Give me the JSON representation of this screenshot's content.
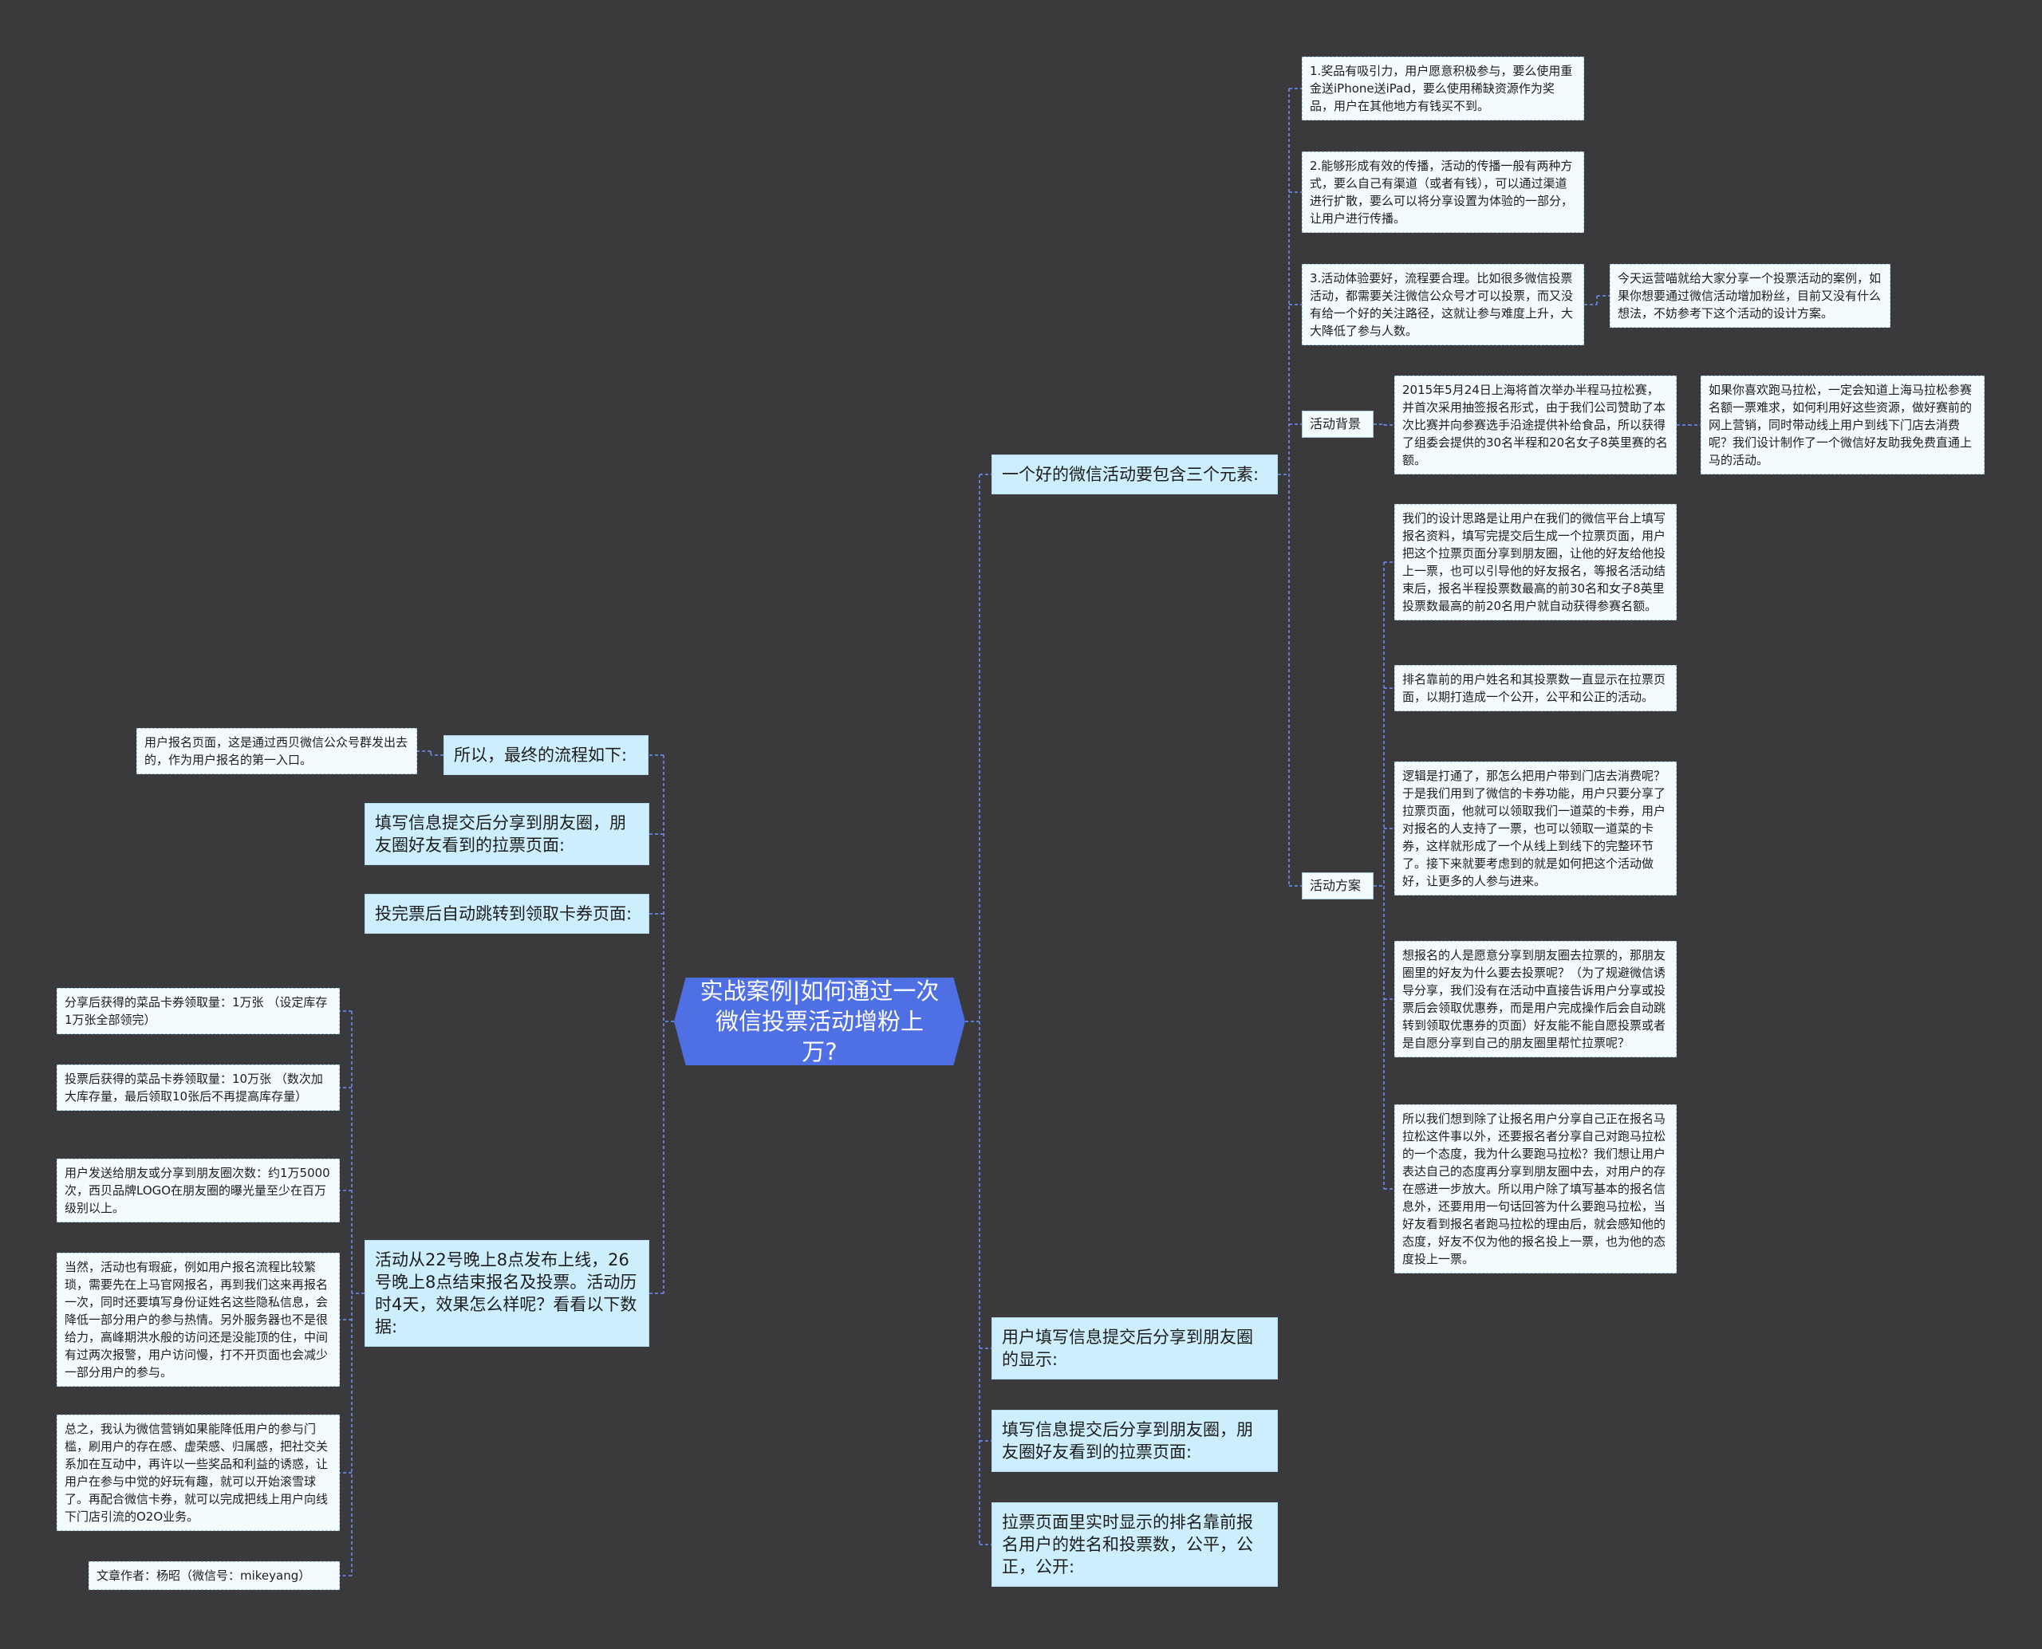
{
  "root": "实战案例|如何通过一次微信投票活动增粉上万?",
  "right": {
    "elements": {
      "label": "一个好的微信活动要包含三个元素:",
      "items": [
        "1.奖品有吸引力，用户愿意积极参与，要么使用重金送iPhone送iPad，要么使用稀缺资源作为奖品，用户在其他地方有钱买不到。",
        "2.能够形成有效的传播，活动的传播一般有两种方式，要么自己有渠道（或者有钱），可以通过渠道进行扩散，要么可以将分享设置为体验的一部分，让用户进行传播。",
        "3.活动体验要好，流程要合理。比如很多微信投票活动，都需要关注微信公众号才可以投票，而又没有给一个好的关注路径，这就让参与难度上升，大大降低了参与人数。"
      ],
      "intro": "今天运营喵就给大家分享一个投票活动的案例，如果你想要通过微信活动增加粉丝，目前又没有什么想法，不妨参考下这个活动的设计方案。",
      "background_tag": "活动背景",
      "background_text": "2015年5月24日上海将首次举办半程马拉松赛，并首次采用抽签报名形式，由于我们公司赞助了本次比赛并向参赛选手沿途提供补给食品，所以获得了组委会提供的30名半程和20名女子8英里赛的名额。",
      "background_sub": "如果你喜欢跑马拉松，一定会知道上海马拉松参赛名额一票难求，如何利用好这些资源，做好赛前的网上营销，同时带动线上用户到线下门店去消费呢？我们设计制作了一个微信好友助我免费直通上马的活动。",
      "plan_tag": "活动方案",
      "plan_items": [
        "我们的设计思路是让用户在我们的微信平台上填写报名资料，填写完提交后生成一个拉票页面，用户把这个拉票页面分享到朋友圈，让他的好友给他投上一票，也可以引导他的好友报名，等报名活动结束后，报名半程投票数最高的前30名和女子8英里投票数最高的前20名用户就自动获得参赛名额。",
        "排名靠前的用户姓名和其投票数一直显示在拉票页面，以期打造成一个公开，公平和公正的活动。",
        "逻辑是打通了，那怎么把用户带到门店去消费呢？于是我们用到了微信的卡券功能，用户只要分享了拉票页面，他就可以领取我们一道菜的卡券，用户对报名的人支持了一票，也可以领取一道菜的卡券，这样就形成了一个从线上到线下的完整环节了。接下来就要考虑到的就是如何把这个活动做好，让更多的人参与进来。",
        "想报名的人是愿意分享到朋友圈去拉票的，那朋友圈里的好友为什么要去投票呢？（为了规避微信诱导分享，我们没有在活动中直接告诉用户分享或投票后会领取优惠券，而是用户完成操作后会自动跳转到领取优惠券的页面）好友能不能自愿投票或者是自愿分享到自己的朋友圈里帮忙拉票呢？",
        "所以我们想到除了让报名用户分享自己正在报名马拉松这件事以外，还要报名者分享自己对跑马拉松的一个态度，我为什么要跑马拉松？我们想让用户表达自己的态度再分享到朋友圈中去，对用户的存在感进一步放大。所以用户除了填写基本的报名信息外，还要用用一句话回答为什么要跑马拉松，当好友看到报名者跑马拉松的理由后，就会感知他的态度，好友不仅为他的报名投上一票，也为他的态度投上一票。"
      ]
    },
    "share_display": "用户填写信息提交后分享到朋友圈的显示:",
    "vote_page": "填写信息提交后分享到朋友圈，朋友圈好友看到的拉票页面:",
    "ranking": "拉票页面里实时显示的排名靠前报名用户的姓名和投票数，公平，公正，公开:"
  },
  "left": {
    "flow": {
      "label": "所以，最终的流程如下:",
      "sub": "用户报名页面，这是通过西贝微信公众号群发出去的，作为用户报名的第一入口。"
    },
    "vote_page": "填写信息提交后分享到朋友圈，朋友圈好友看到的拉票页面:",
    "coupon_page": "投完票后自动跳转到领取卡券页面:",
    "results": {
      "label": "活动从22号晚上8点发布上线，26号晚上8点结束报名及投票。活动历时4天，效果怎么样呢？看看以下数据:",
      "items": [
        "分享后获得的菜品卡券领取量：1万张 （设定库存1万张全部领完）",
        "投票后获得的菜品卡券领取量：10万张 （数次加大库存量，最后领取10张后不再提高库存量）",
        "用户发送给朋友或分享到朋友圈次数：约1万5000次，西贝品牌LOGO在朋友圈的曝光量至少在百万级别以上。",
        "当然，活动也有瑕疵，例如用户报名流程比较繁琐，需要先在上马官网报名，再到我们这来再报名一次，同时还要填写身份证姓名这些隐私信息，会降低一部分用户的参与热情。另外服务器也不是很给力，高峰期洪水般的访问还是没能顶的住，中间有过两次报警，用户访问慢，打不开页面也会减少一部分用户的参与。",
        "总之，我认为微信营销如果能降低用户的参与门槛，刷用户的存在感、虚荣感、归属感，把社交关系加在互动中，再许以一些奖品和利益的诱惑，让用户在参与中觉的好玩有趣，就可以开始滚雪球了。再配合微信卡券，就可以完成把线上用户向线下门店引流的O2O业务。",
        "文章作者：杨昭（微信号：mikeyang）"
      ]
    }
  },
  "colors": {
    "background": "#3a3a3c",
    "root": "#4f6fe4",
    "branch": "#cdeefc",
    "leaf": "#f3fbff",
    "connector": "#6f8fff"
  }
}
